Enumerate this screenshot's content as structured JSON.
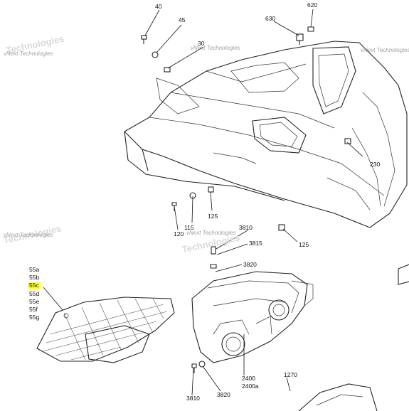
{
  "watermarks": [
    {
      "text": "vNext Technologies"
    },
    {
      "text": "vNext Technologies"
    },
    {
      "text": "vNext Technologies"
    },
    {
      "text": "vNext Technologies"
    },
    {
      "text": "vNext Technologies"
    }
  ],
  "callouts": {
    "c40": "40",
    "c45": "45",
    "c30": "30",
    "c620": "620",
    "c630": "630",
    "c230": "230",
    "c125a": "125",
    "c120": "120",
    "c115": "115",
    "c3810a": "3810",
    "c3815": "3815",
    "c125b": "125",
    "c3820a": "3820",
    "c2400": "2400",
    "c2400a": "2400a",
    "c3810b": "3810",
    "c3820b": "3820",
    "c1270": "1270"
  },
  "part_list": [
    "55a",
    "55b",
    "55c",
    "55d",
    "55e",
    "55f",
    "55g"
  ],
  "highlighted_part": "55c",
  "colors": {
    "highlight": "#ffff33",
    "ink": "#222222"
  }
}
